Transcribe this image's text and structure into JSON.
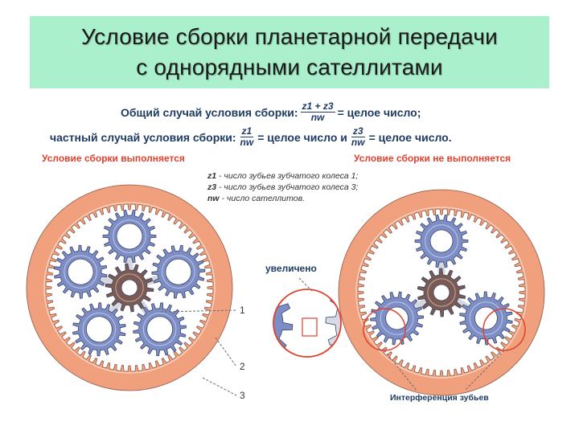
{
  "title": {
    "line1": "Условие сборки планетарной передачи",
    "line2": "с однорядными сателлитами"
  },
  "general_case": {
    "label": "Общий случай условия сборки:",
    "numerator": "z1 + z3",
    "denominator": "nw",
    "result": "= целое число;"
  },
  "particular_case": {
    "label": "частный случай условия сборки:",
    "frac1_num": "z1",
    "frac1_den": "nw",
    "result1": "= целое число и",
    "frac2_num": "z3",
    "frac2_den": "nw",
    "result2": "= целое число."
  },
  "status": {
    "satisfied": "Условие сборки выполняется",
    "not_satisfied": "Условие сборки не выполняется"
  },
  "legend": [
    {
      "var": "z1",
      "text": "- число зубьев зубчатого колеса 1;"
    },
    {
      "var": "z3",
      "text": "- число зубьев зубчатого колеса 3;"
    },
    {
      "var": "nw",
      "text": "- число сателлитов."
    }
  ],
  "callouts": {
    "enlarged": "увеличено",
    "n1": "1",
    "n2": "2",
    "n3": "3",
    "interference": "Интерференция зубьев"
  },
  "colors": {
    "ring": "#f0a07c",
    "planet": "#7d8ec6",
    "sun": "#7a5a52",
    "highlight": "#e0402c",
    "text_blue": "#1e3c64",
    "title_bg": "#aaf0cc"
  }
}
